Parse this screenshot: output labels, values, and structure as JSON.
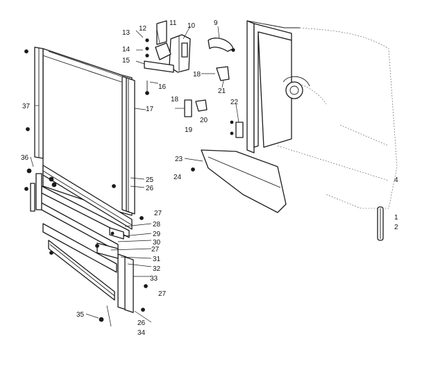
{
  "callouts": [
    "9",
    "10",
    "11",
    "12",
    "13",
    "14",
    "15",
    "16",
    "17",
    "18",
    "18",
    "19",
    "20",
    "21",
    "22",
    "23",
    "24",
    "25",
    "26",
    "26",
    "27",
    "27",
    "27",
    "27",
    "28",
    "29",
    "30",
    "31",
    "32",
    "33",
    "34",
    "35",
    "36",
    "37",
    "1",
    "2",
    "4"
  ],
  "colors": {
    "ink": "#1a1a1a",
    "paper": "#ffffff"
  }
}
